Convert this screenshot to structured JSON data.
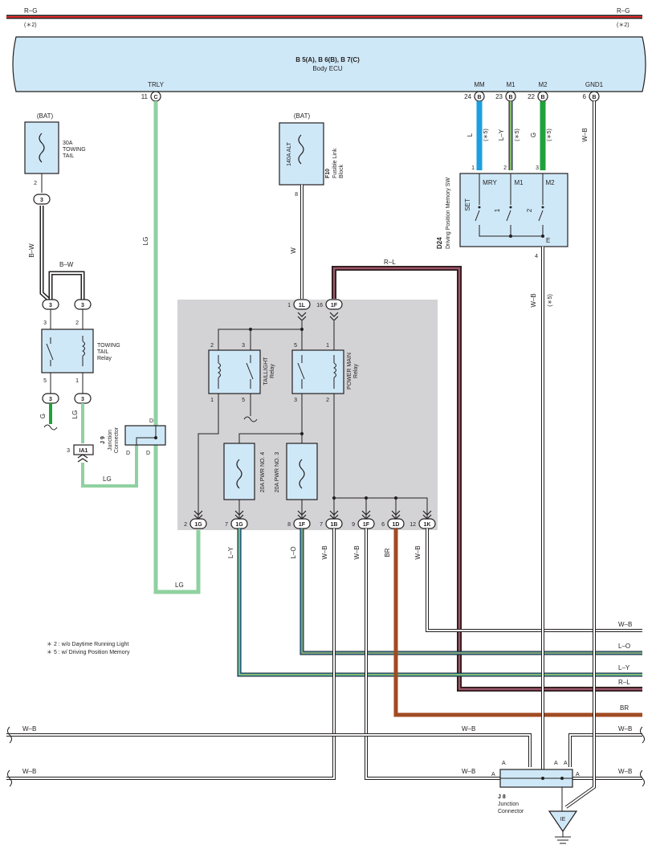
{
  "top_bus": {
    "wire": "R–G",
    "note": "(＊2)",
    "color": "#e32d2d"
  },
  "ecu": {
    "title": "B 5(A), B 6(B), B 7(C)",
    "name": "Body ECU",
    "pins": [
      {
        "label": "TRLY",
        "num": "11",
        "conn": "C"
      },
      {
        "label": "MM",
        "num": "24",
        "conn": "B"
      },
      {
        "label": "M1",
        "num": "23",
        "conn": "B"
      },
      {
        "label": "M2",
        "num": "22",
        "conn": "B"
      },
      {
        "label": "GND1",
        "num": "6",
        "conn": "B"
      }
    ]
  },
  "bat_left": {
    "src": "(BAT)",
    "fuse": "30A\nTOWING\nTAIL",
    "fuse_lines": [
      "30A",
      "TOWING",
      "TAIL"
    ]
  },
  "bat_mid": {
    "src": "(BAT)",
    "fuse": "140A ALT",
    "code": "F10",
    "name": "Fusible Link",
    "name2": "Block",
    "pin": "8"
  },
  "towing_relay": {
    "lines": [
      "TOWING",
      "TAIL",
      "Relay"
    ],
    "pins": [
      "3",
      "2",
      "5",
      "1"
    ]
  },
  "junction_j9": {
    "code": "J 9",
    "lines": [
      "Junction",
      "Connector"
    ],
    "pin": "D"
  },
  "ia1": {
    "label": "IA1",
    "pin": "3"
  },
  "taillight_relay": {
    "name": "TAILLIGHT",
    "name2": "Relay",
    "pins": [
      "2",
      "3",
      "1",
      "5"
    ]
  },
  "power_main_relay": {
    "name": "POWER MAIN",
    "name2": "Relay",
    "pins": [
      "5",
      "1",
      "3",
      "2"
    ]
  },
  "fuses": {
    "f4": "20A PWR NO. 4",
    "f3": "20A PWR NO. 3"
  },
  "top_conns": [
    {
      "num": "1",
      "conn": "1L"
    },
    {
      "num": "16",
      "conn": "1F"
    }
  ],
  "bottom_conns": [
    {
      "num": "2",
      "conn": "1G"
    },
    {
      "num": "7",
      "conn": "1G"
    },
    {
      "num": "8",
      "conn": "1F"
    },
    {
      "num": "7",
      "conn": "1B"
    },
    {
      "num": "9",
      "conn": "1F"
    },
    {
      "num": "6",
      "conn": "1D"
    },
    {
      "num": "12",
      "conn": "1K"
    }
  ],
  "d24": {
    "code": "D24",
    "name": "Driving Position Memory SW",
    "set": "SET",
    "cols": [
      "MRY",
      "M1",
      "M2"
    ],
    "pins": [
      "1",
      "2",
      "3"
    ],
    "e": "E",
    "epin": "4",
    "switch_nums": [
      "1",
      "2"
    ]
  },
  "wires": {
    "bw": "B–W",
    "g": "G",
    "lg": "LG",
    "w": "W",
    "rl": "R–L",
    "ly": "L–Y",
    "lo": "L–O",
    "br": "BR",
    "l": "L",
    "wb": "W–B",
    "star5": "(＊5)"
  },
  "right_labels": [
    "W–B",
    "L–O",
    "L–Y",
    "R–L",
    "BR",
    "W–B",
    "W–B"
  ],
  "j8": {
    "code": "J 8",
    "lines": [
      "Junction",
      "Connector"
    ],
    "pin": "A"
  },
  "ground": {
    "label": "IE"
  },
  "notes": [
    "＊ 2 : w/o Daytime Running Light",
    "＊ 5 : w/ Driving Position Memory"
  ],
  "colors": {
    "red": "#e32d2d",
    "lg": "#8fd1a0",
    "green": "#1fa23c",
    "blue": "#1aa0e0",
    "yellow": "#f2d600",
    "brown": "#a14b22",
    "panel": "#d3d3d5",
    "box": "#cfe8f7"
  }
}
